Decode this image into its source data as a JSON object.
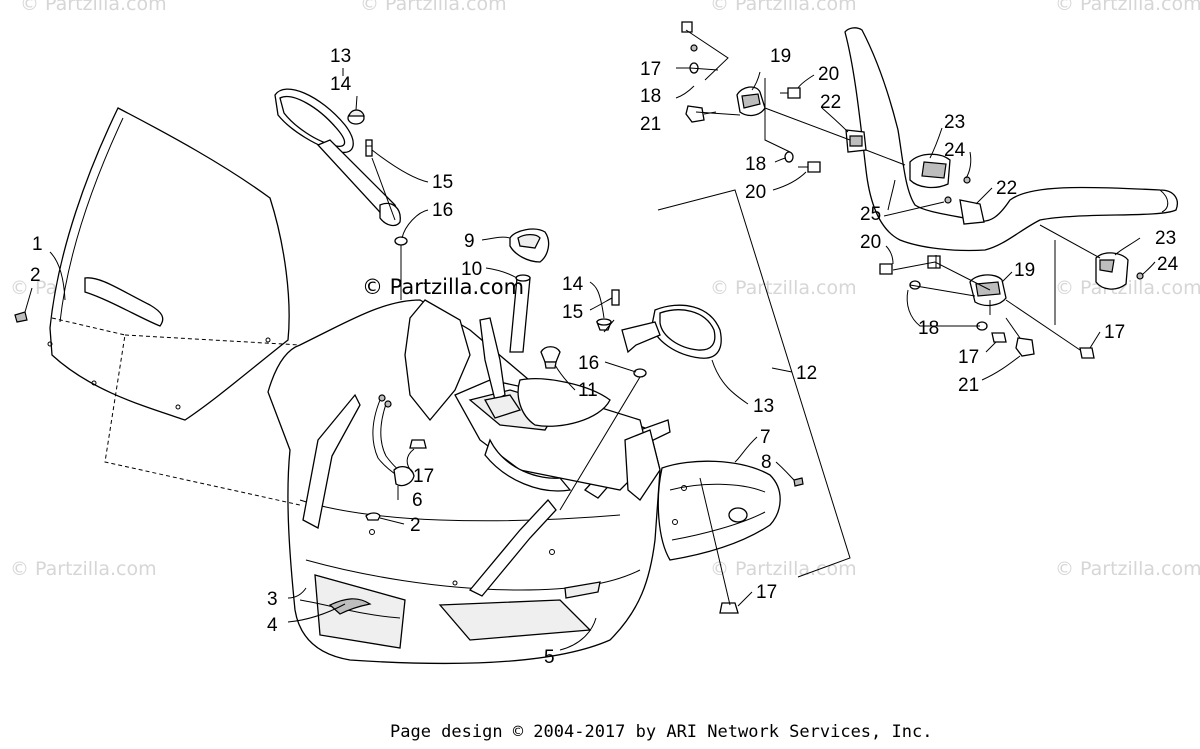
{
  "watermark": {
    "text": "© Partzilla.com"
  },
  "center_watermark": {
    "text": "© Partzilla.com"
  },
  "footer": {
    "text": "Page design © 2004-2017 by ARI Network Services, Inc."
  },
  "callouts": [
    {
      "label": "1"
    },
    {
      "label": "2"
    },
    {
      "label": "2"
    },
    {
      "label": "3"
    },
    {
      "label": "4"
    },
    {
      "label": "5"
    },
    {
      "label": "6"
    },
    {
      "label": "7"
    },
    {
      "label": "8"
    },
    {
      "label": "9"
    },
    {
      "label": "10"
    },
    {
      "label": "11"
    },
    {
      "label": "12"
    },
    {
      "label": "13"
    },
    {
      "label": "13"
    },
    {
      "label": "14"
    },
    {
      "label": "14"
    },
    {
      "label": "15"
    },
    {
      "label": "15"
    },
    {
      "label": "16"
    },
    {
      "label": "16"
    },
    {
      "label": "17"
    },
    {
      "label": "17"
    },
    {
      "label": "17"
    },
    {
      "label": "17"
    },
    {
      "label": "17"
    },
    {
      "label": "18"
    },
    {
      "label": "18"
    },
    {
      "label": "18"
    },
    {
      "label": "19"
    },
    {
      "label": "19"
    },
    {
      "label": "20"
    },
    {
      "label": "20"
    },
    {
      "label": "20"
    },
    {
      "label": "21"
    },
    {
      "label": "21"
    },
    {
      "label": "22"
    },
    {
      "label": "22"
    },
    {
      "label": "23"
    },
    {
      "label": "23"
    },
    {
      "label": "24"
    },
    {
      "label": "24"
    },
    {
      "label": "25"
    }
  ]
}
